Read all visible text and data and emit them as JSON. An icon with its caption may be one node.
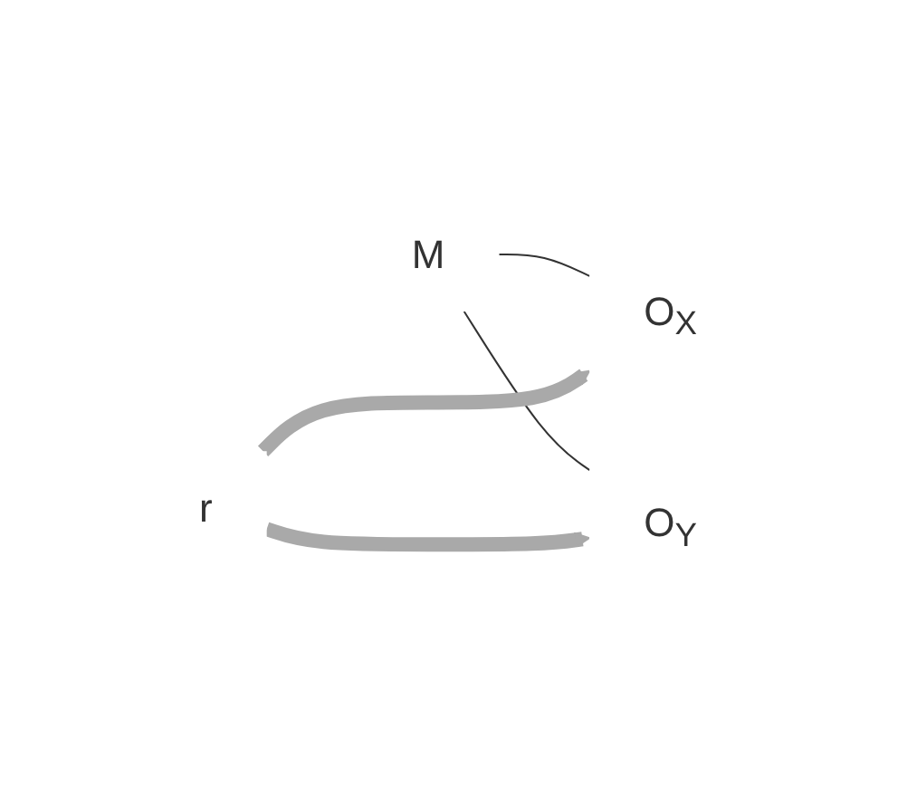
{
  "diagram": {
    "nodes": [
      {
        "text": [
          "M"
        ]
      },
      {
        "text": [
          "O$_{X}$"
        ]
      },
      {
        "text": [
          "r"
        ]
      },
      {
        "text": [
          "O$_{Y}$"
        ]
      }
    ],
    "edges": [
      {
        "from": 0,
        "to": 1,
        "arrow": "none"
      },
      {
        "from": 0,
        "to": 3,
        "arrow": "none"
      },
      {
        "from": 2,
        "to": 1,
        "arrow": "to",
        "style": "thick",
        "color": "#a9a9a9"
      },
      {
        "from": 2,
        "to": 3,
        "arrow": "to",
        "style": "thick",
        "color": "#a9a9a9"
      }
    ]
  }
}
